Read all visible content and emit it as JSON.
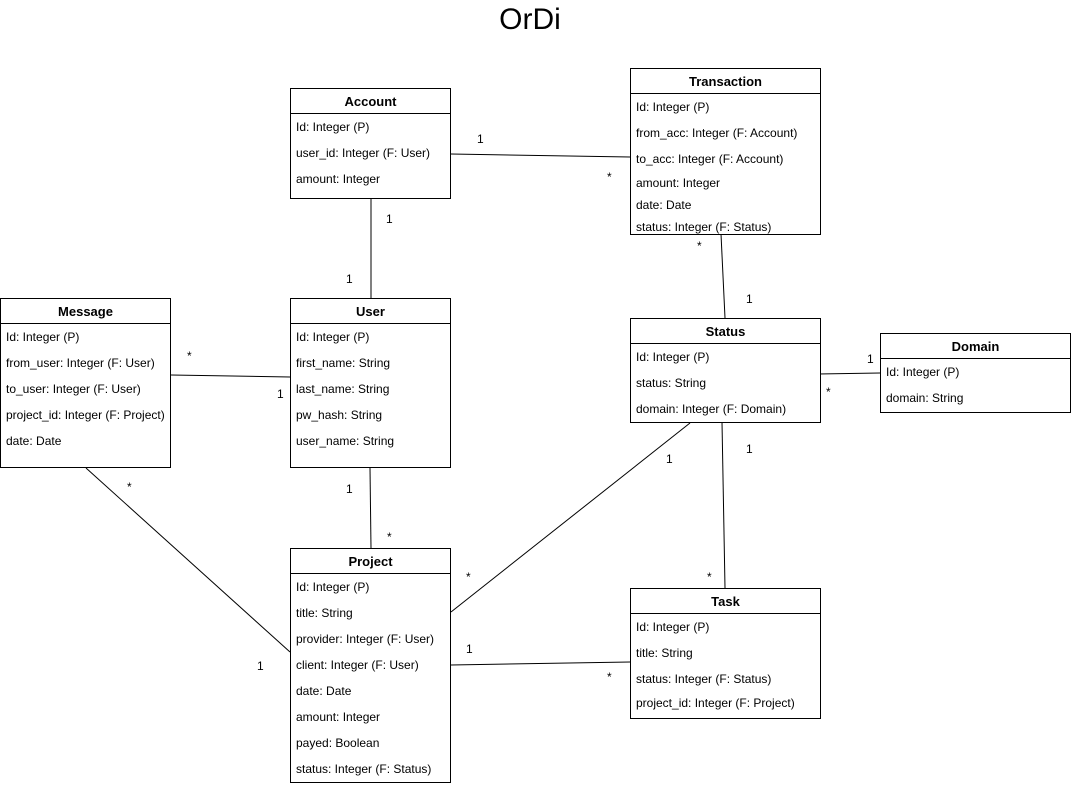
{
  "title": "OrDi",
  "entities": {
    "account": {
      "name": "Account",
      "fields": [
        "Id: Integer (P)",
        "user_id: Integer (F: User)",
        "amount: Integer"
      ]
    },
    "transaction": {
      "name": "Transaction",
      "fields": [
        "Id: Integer (P)",
        "from_acc: Integer (F: Account)",
        "to_acc: Integer (F: Account)",
        "amount: Integer",
        "date: Date",
        "status: Integer (F: Status)"
      ]
    },
    "message": {
      "name": "Message",
      "fields": [
        "Id: Integer (P)",
        "from_user: Integer (F: User)",
        "to_user: Integer (F: User)",
        "project_id: Integer (F: Project)",
        "date: Date"
      ]
    },
    "user": {
      "name": "User",
      "fields": [
        "Id: Integer (P)",
        "first_name: String",
        "last_name: String",
        "pw_hash: String",
        "user_name: String"
      ]
    },
    "status": {
      "name": "Status",
      "fields": [
        "Id: Integer (P)",
        "status: String",
        "domain: Integer (F: Domain)"
      ]
    },
    "domain": {
      "name": "Domain",
      "fields": [
        "Id: Integer (P)",
        "domain: String"
      ]
    },
    "project": {
      "name": "Project",
      "fields": [
        "Id: Integer (P)",
        "title: String",
        "provider: Integer (F: User)",
        "client: Integer (F: User)",
        "date: Date",
        "amount: Integer",
        "payed: Boolean",
        "status: Integer (F: Status)"
      ]
    },
    "task": {
      "name": "Task",
      "fields": [
        "Id: Integer (P)",
        "title: String",
        "status: Integer (F: Status)",
        "project_id: Integer (F: Project)"
      ]
    }
  },
  "relationships": [
    {
      "from": "Account",
      "to": "Transaction",
      "from_mult": "1",
      "to_mult": "*"
    },
    {
      "from": "Account",
      "to": "User",
      "from_mult": "1",
      "to_mult": "1"
    },
    {
      "from": "Transaction",
      "to": "Status",
      "from_mult": "*",
      "to_mult": "1"
    },
    {
      "from": "Message",
      "to": "User",
      "from_mult": "*",
      "to_mult": "1"
    },
    {
      "from": "Status",
      "to": "Domain",
      "from_mult": "*",
      "to_mult": "1"
    },
    {
      "from": "Message",
      "to": "Project",
      "from_mult": "*",
      "to_mult": "1"
    },
    {
      "from": "User",
      "to": "Project",
      "from_mult": "1",
      "to_mult": "*"
    },
    {
      "from": "Status",
      "to": "Project",
      "from_mult": "1",
      "to_mult": "*"
    },
    {
      "from": "Status",
      "to": "Task",
      "from_mult": "1",
      "to_mult": "*"
    },
    {
      "from": "Project",
      "to": "Task",
      "from_mult": "1",
      "to_mult": "*"
    }
  ]
}
